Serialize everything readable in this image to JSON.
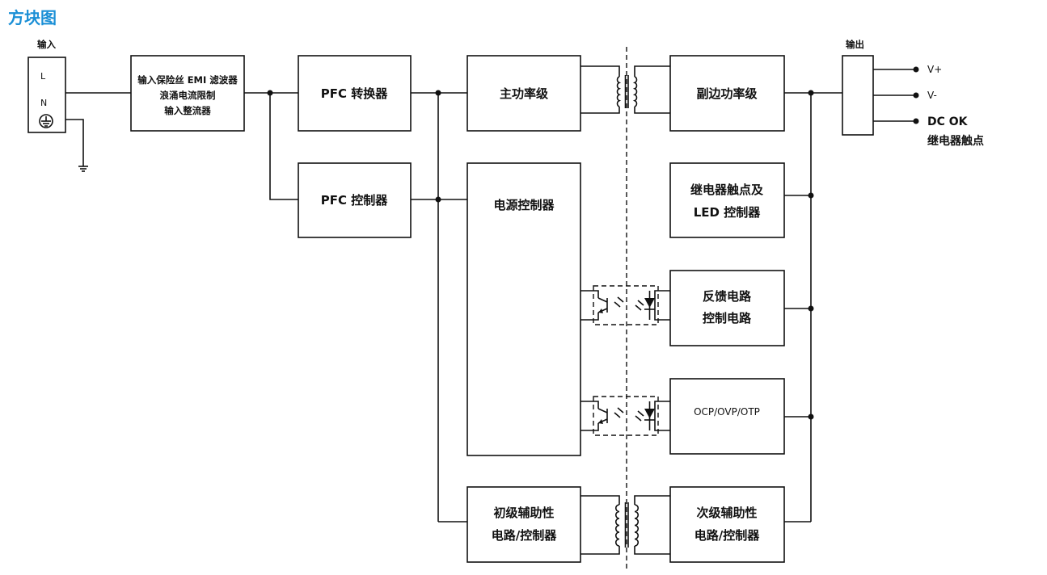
{
  "title": "方块图",
  "input": {
    "label": "输入",
    "pin_l": "L",
    "pin_n": "N"
  },
  "output": {
    "label": "输出",
    "v_plus": "V+",
    "v_minus": "V-",
    "dc_ok": "DC OK",
    "relay": "继电器触点"
  },
  "blocks": {
    "fuse_emi": [
      "输入保险丝 EMI 滤波器",
      "浪涌电流限制",
      "输入整流器"
    ],
    "pfc_converter": [
      "PFC 转换器"
    ],
    "pfc_controller": [
      "PFC 控制器"
    ],
    "main_power": [
      "主功率级"
    ],
    "power_controller": [
      "电源控制器"
    ],
    "primary_aux": [
      "初级辅助性",
      "电路/控制器"
    ],
    "secondary_power": [
      "副边功率级"
    ],
    "relay_led": [
      "继电器触点及",
      "LED 控制器"
    ],
    "feedback": [
      "反馈电路",
      "控制电路"
    ],
    "protection": [
      "OCP/OVP/OTP"
    ],
    "secondary_aux": [
      "次级辅助性",
      "电路/控制器"
    ]
  }
}
